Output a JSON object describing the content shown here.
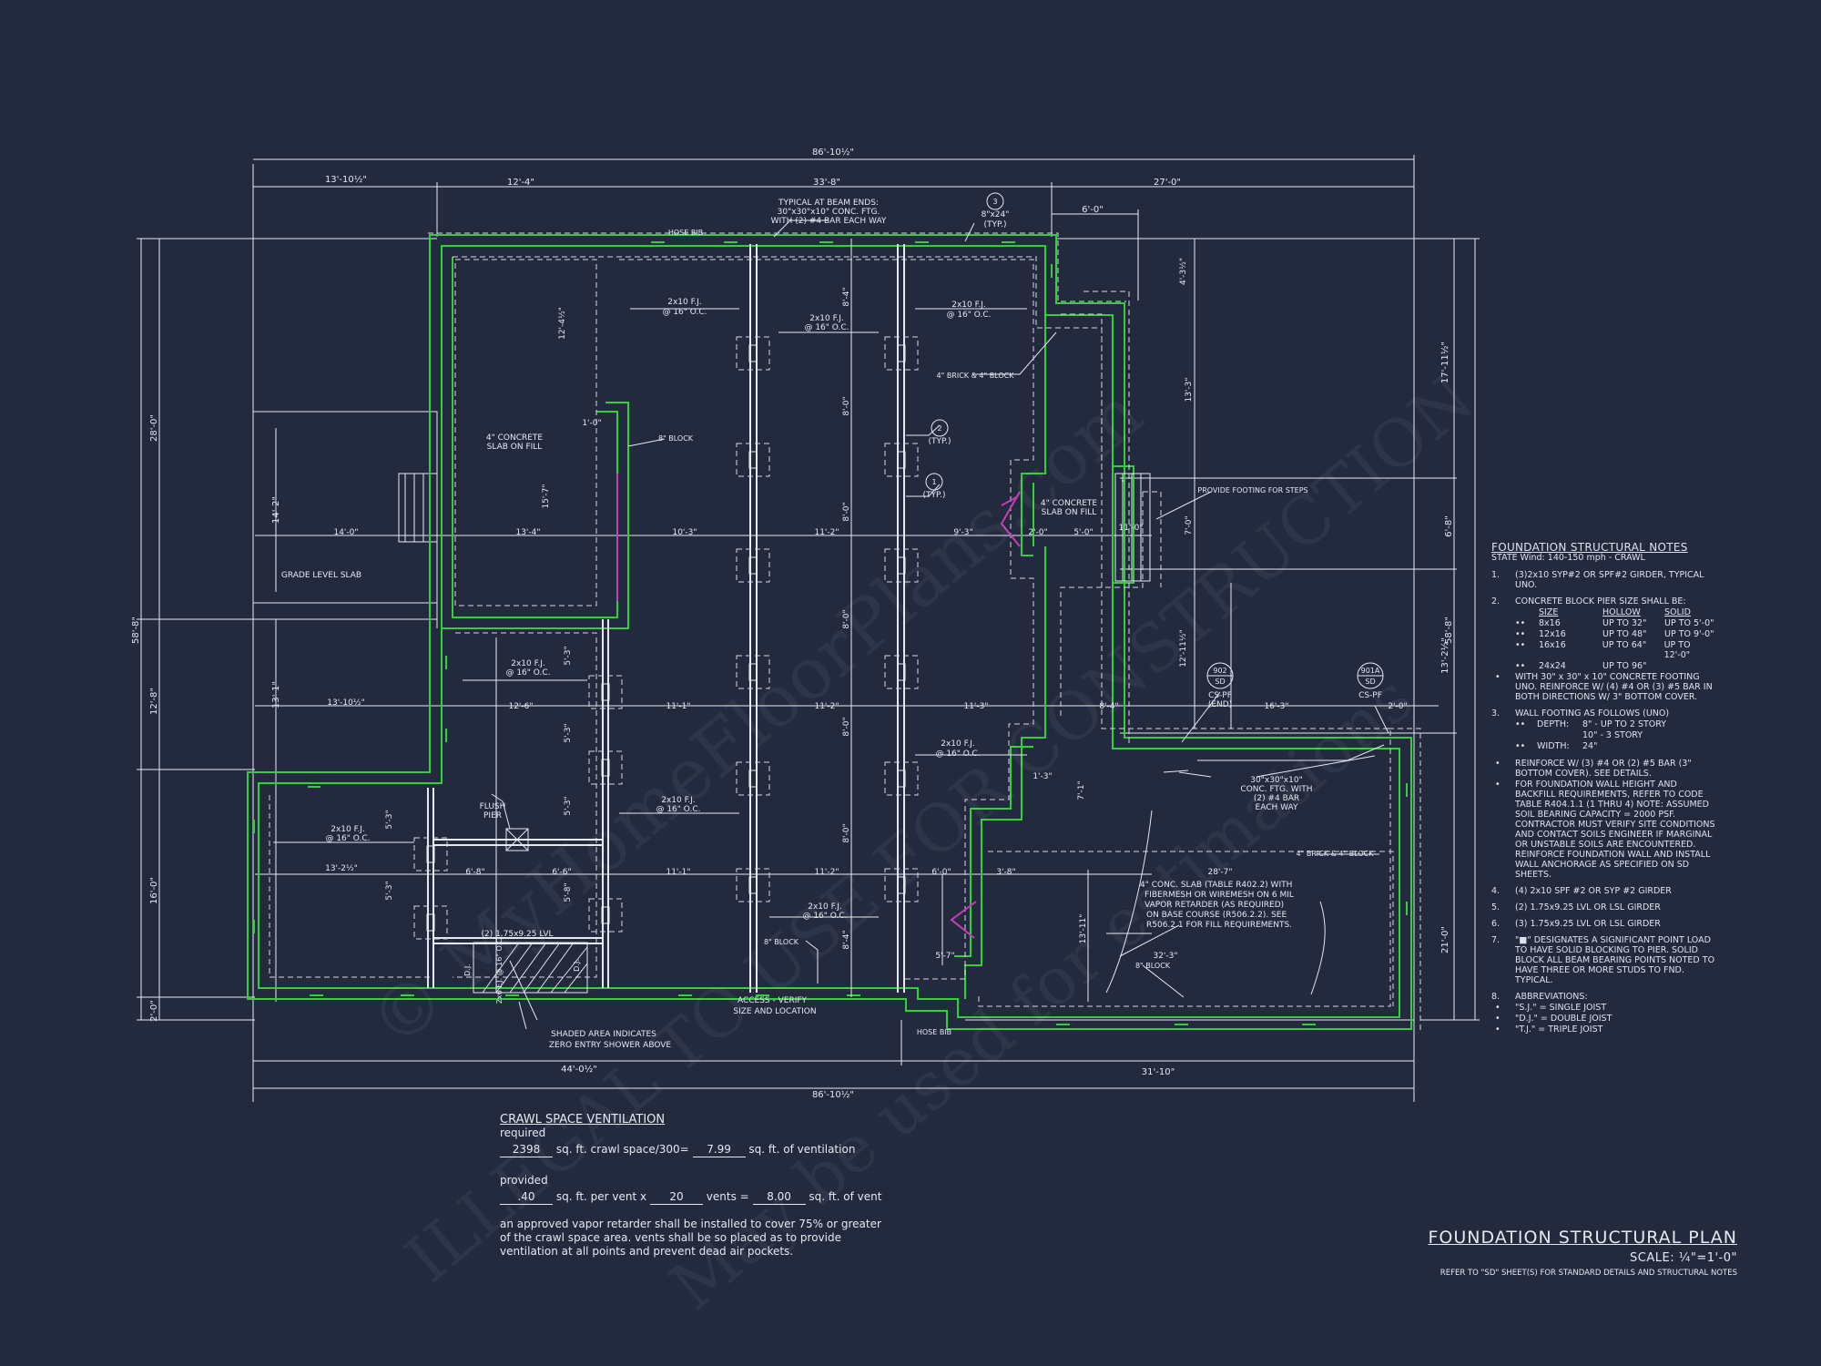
{
  "watermark": {
    "line1": "© MyHomeFloorPlans.com",
    "line2": "ILLEGAL TO USE FOR CONSTRUCTION",
    "line3": "May be used for estimations"
  },
  "dimensions": {
    "overall_top": "86'-10½\"",
    "overall_bottom": "86'-10½\"",
    "top_left": "13'-10½\"",
    "top_a": "12'-4\"",
    "top_b": "33'-8\"",
    "top_c": "27'-0\"",
    "top_small": "6'-0\"",
    "left_overall": "58'-8\"",
    "right_overall": "58'-8\"",
    "left_1": "28'-0\"",
    "left_2": "12'-8\"",
    "left_3": "16'-0\"",
    "left_4": "2'-0\"",
    "left_slab": "14'-2\"",
    "left_slab_b": "13'-1\"",
    "row1_a": "14'-0\"",
    "row1_b": "13'-4\"",
    "row1_c": "10'-3\"",
    "row1_d": "11'-2\"",
    "row1_e": "9'-3\"",
    "row1_f": "2'-0\"",
    "row1_g": "5'-0\"",
    "row2_a": "13'-10½\"",
    "row2_b": "12'-6\"",
    "row2_c": "11'-1\"",
    "row2_d": "11'-2\"",
    "row2_e": "11'-3\"",
    "row2_f": "8'-4\"",
    "row2_g": "16'-3\"",
    "row2_h": "2'-0\"",
    "row3_a": "13'-2½\"",
    "row3_b": "6'-8\"",
    "row3_c": "6'-6\"",
    "row3_d": "11'-1\"",
    "row3_e": "11'-2\"",
    "row3_f": "6'-0\"",
    "row3_g": "3'-8\"",
    "row3_h": "28'-7\"",
    "bottom_a": "44'-0½\"",
    "bottom_b": "31'-10\"",
    "right_a": "17'-11½\"",
    "right_b": "6'-8\"",
    "right_c": "13'-2½\"",
    "right_d": "21'-0\"",
    "v1": "8'-4\"",
    "v2": "8'-0\"",
    "v3": "8'-0\"",
    "v4": "8'-0\"",
    "v5": "8'-0\"",
    "v6": "8'-0\"",
    "v7": "8'-4\"",
    "mid_12": "12'-4½\"",
    "mid_15": "15'-7\"",
    "mid_10": "1'-0\"",
    "mid_5a": "5'-3\"",
    "mid_5b": "5'-3\"",
    "mid_5c": "5'-3\"",
    "mid_5d": "5'-3\"",
    "mid_5e": "5'-8\"",
    "mid_5f": "5'-3\"",
    "mid_5g": "5'-7\"",
    "r_4": "4'-3½\"",
    "r_13": "13'-3\"",
    "r_7": "7'-0\"",
    "r_12": "12'-11½\"",
    "r_11": "11'-0\"",
    "r_1": "1'-3\"",
    "r_7b": "7'-1\"",
    "r_13b": "13'-11\"",
    "r_32": "32'-3\""
  },
  "labels": {
    "typical_beam": "TYPICAL AT BEAM ENDS:",
    "typical_beam_2": "30\"x30\"x10\" CONC. FTG.",
    "typical_beam_3": "WITH (2) #4 BAR EACH WAY",
    "pier_8x24": "8\"x24\"",
    "typ": "(TYP.)",
    "tag3": "3",
    "tag2": "2",
    "tag1": "1",
    "hose_top": "HOSE BIB",
    "hose_bottom": "HOSE BIB",
    "fj1": "2x10 F.J.",
    "oc1": "@ 16\" O.C.",
    "fj2": "2x10 F.J.",
    "oc2": "@ 16\" O.C.",
    "fj3": "2x10 F.J.",
    "oc3": "@ 16\" O.C.",
    "fj4": "2x10 F.J.",
    "oc4": "@ 16\" O.C.",
    "fj5": "2x10 F.J.",
    "oc5": "@ 16\" O.C.",
    "fj6": "2x10 F.J.",
    "oc6": "@ 16\" O.C.",
    "fj7": "2x10 F.J.",
    "oc7": "@ 16\" O.C.",
    "fj8": "2x10 F.J.",
    "oc8": "@ 16\" O.C.",
    "slab_fill_1": "4\" CONCRETE",
    "slab_fill_2": "SLAB ON FILL",
    "slab_fill_b1": "4\" CONCRETE",
    "slab_fill_b2": "SLAB ON FILL",
    "block8_a": "8\" BLOCK",
    "block8_b": "8\" BLOCK",
    "block8_c": "8\" BLOCK",
    "brick_a": "4\" BRICK & 4\" BLOCK",
    "brick_b": "4\" BRICK & 4\" BLOCK",
    "grade_slab": "GRADE LEVEL SLAB",
    "steps": "PROVIDE FOOTING FOR STEPS",
    "flush_1": "FLUSH",
    "flush_2": "PIER",
    "lvl": "(2) 1.75x9.25 LVL",
    "dj": "D.J.",
    "dj2": "D.J.",
    "fj_oc_small": "2x6 F.J. @ 16\" O.C.",
    "shaded_1": "SHADED AREA INDICATES",
    "shaded_2": "ZERO ENTRY SHOWER ABOVE",
    "access_1": "ACCESS - VERIFY",
    "access_2": "SIZE AND LOCATION",
    "ftg_1": "30\"x30\"x10\"",
    "ftg_2": "CONC. FTG. WITH",
    "ftg_3": "(2) #4 BAR",
    "ftg_4": "EACH WAY",
    "conc_1": "4\" CONC. SLAB (TABLE R402.2) WITH",
    "conc_2": "FIBERMESH OR WIREMESH ON 6 MIL",
    "conc_3": "VAPOR RETARDER (AS REQUIRED)",
    "conc_4": "ON BASE COURSE (R506.2.2). SEE",
    "conc_5": "R506.2.1 FOR FILL REQUIREMENTS.",
    "tag902_top": "902",
    "tag902_bot": "SD",
    "tag902_l1": "CS-PF",
    "tag902_l2": "(END)",
    "tag901_top": "901A",
    "tag901_bot": "SD",
    "tag901_l1": "CS-PF"
  },
  "notes": {
    "title": "FOUNDATION STRUCTURAL NOTES",
    "state": "STATE Wind: 140-150 mph - CRAWL",
    "n1_num": "1.",
    "n1": "(3)2x10 SYP#2 OR SPF#2 GIRDER, TYPICAL UNO.",
    "n2_num": "2.",
    "n2": "CONCRETE BLOCK PIER SIZE SHALL BE:",
    "pier_h1": "SIZE",
    "pier_h2": "HOLLOW",
    "pier_h3": "SOLID",
    "pier_rows": [
      [
        "8x16",
        "UP TO 32\"",
        "UP TO 5'-0\""
      ],
      [
        "12x16",
        "UP TO 48\"",
        "UP TO 9'-0\""
      ],
      [
        "16x16",
        "UP TO 64\"",
        "UP TO 12'-0\""
      ],
      [
        "24x24",
        "UP TO 96\"",
        ""
      ]
    ],
    "n2b": "WITH 30\" x 30\" x 10\" CONCRETE FOOTING UNO. REINFORCE W/ (4) #4 OR (3) #5 BAR IN BOTH DIRECTIONS W/ 3\" BOTTOM COVER.",
    "n3_num": "3.",
    "n3": "WALL FOOTING AS FOLLOWS (UNO)",
    "depth_l": "DEPTH:",
    "depth_1": "8\" - UP TO 2 STORY",
    "depth_2": "10\" - 3 STORY",
    "width_l": "WIDTH:",
    "width_v": "24\"",
    "n3b": "REINFORCE W/ (3) #4 OR (2) #5 BAR (3\" BOTTOM COVER). SEE DETAILS.",
    "n3c": "FOR FOUNDATION WALL HEIGHT AND BACKFILL REQUIREMENTS, REFER TO CODE TABLE R404.1.1 (1 THRU 4) NOTE: ASSUMED SOIL BEARING CAPACITY = 2000 PSF. CONTRACTOR MUST VERIFY SITE CONDITIONS AND CONTACT SOILS ENGINEER IF MARGINAL OR UNSTABLE SOILS ARE ENCOUNTERED. REINFORCE FOUNDATION WALL AND INSTALL WALL ANCHORAGE AS SPECIFIED ON SD SHEETS.",
    "n4_num": "4.",
    "n4": "(4) 2x10 SPF #2 OR SYP #2 GIRDER",
    "n5_num": "5.",
    "n5": "(2) 1.75x9.25 LVL OR LSL GIRDER",
    "n6_num": "6.",
    "n6": "(3) 1.75x9.25 LVL OR LSL GIRDER",
    "n7_num": "7.",
    "n7": "\"■\" DESIGNATES A SIGNIFICANT POINT LOAD TO HAVE SOLID BLOCKING TO PIER. SOLID BLOCK ALL BEAM BEARING POINTS NOTED TO HAVE THREE OR MORE STUDS TO FND. TYPICAL.",
    "n8_num": "8.",
    "n8": "ABBREVIATIONS:",
    "abbr": [
      "\"S.J.\" = SINGLE JOIST",
      "\"D.J.\" = DOUBLE JOIST",
      "\"T.J.\" = TRIPLE JOIST"
    ]
  },
  "vent": {
    "title": "CRAWL SPACE VENTILATION",
    "required": "required",
    "sqft": "2398",
    "sqft_text": "sq. ft. crawl space/300=",
    "vent_req": "7.99",
    "vent_req_text": "sq. ft. of ventilation",
    "provided": "provided",
    "per_vent": ".40",
    "per_vent_text": "sq. ft. per vent x",
    "count": "20",
    "count_text": "vents =",
    "total": "8.00",
    "total_text": "sq. ft. of vent",
    "note": "an approved vapor retarder shall be installed to cover 75% or greater of the crawl space area. vents shall be so placed as to provide ventilation at all points and prevent dead air pockets."
  },
  "title_block": {
    "title": "FOUNDATION STRUCTURAL PLAN",
    "scale": "SCALE: ¼\"=1'-0\"",
    "refer": "REFER TO \"SD\" SHEET(S) FOR STANDARD DETAILS AND STRUCTURAL NOTES"
  },
  "colors": {
    "background": "#232a3e",
    "linework": "#e6e9f0",
    "footing": "#2fd13a",
    "accent": "#c43fb7"
  }
}
